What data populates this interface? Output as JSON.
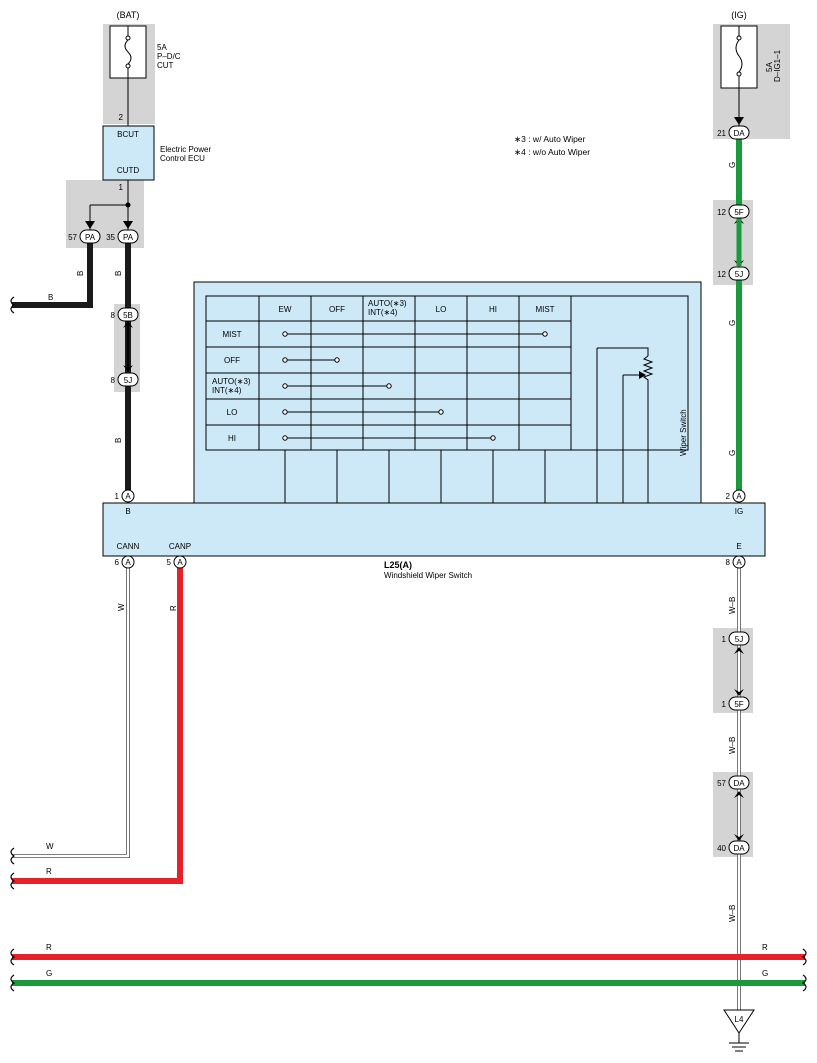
{
  "power": {
    "bat_label": "(BAT)",
    "bat_fuse": [
      "5A",
      "P–D/C",
      "CUT"
    ],
    "bat_fuse_pin": "2",
    "ig_label": "(IG)",
    "ig_fuse": [
      "5A",
      "D–IG1–1"
    ]
  },
  "ecu": {
    "top_pin": "BCUT",
    "bottom_pin": "CUTD",
    "name": [
      "Electric Power",
      "Control ECU"
    ],
    "out_pin": "1"
  },
  "notes": [
    "∗3 : w/ Auto Wiper",
    "∗4 : w/o Auto Wiper"
  ],
  "connectors": {
    "pa57": {
      "num": "57",
      "code": "PA"
    },
    "pa35": {
      "num": "35",
      "code": "PA"
    },
    "b5B": {
      "num": "8",
      "code": "5B"
    },
    "b5J": {
      "num": "8",
      "code": "5J"
    },
    "da21": {
      "num": "21",
      "code": "DA"
    },
    "g5F": {
      "num": "12",
      "code": "5F"
    },
    "g5J": {
      "num": "12",
      "code": "5J"
    },
    "pin1": {
      "num": "1",
      "code": "A"
    },
    "pin2": {
      "num": "2",
      "code": "A"
    },
    "pin6": {
      "num": "6",
      "code": "A"
    },
    "pin5": {
      "num": "5",
      "code": "A"
    },
    "pin8": {
      "num": "8",
      "code": "A"
    },
    "wb5J": {
      "num": "1",
      "code": "5J"
    },
    "wb5F": {
      "num": "1",
      "code": "5F"
    },
    "wbDA57": {
      "num": "57",
      "code": "DA"
    },
    "wbDA40": {
      "num": "40",
      "code": "DA"
    }
  },
  "wire_colors": {
    "B": "B",
    "G": "G",
    "W": "W",
    "R": "R",
    "WB": "W–B"
  },
  "colors": {
    "black_wire": "#1a1a1a",
    "green_wire": "#1a9a3a",
    "red_wire": "#e8202a",
    "white_wire": "#ffffff",
    "component_fill": "#cde9f7",
    "shade": "#d4d4d4"
  },
  "switch": {
    "name": "Wiper Switch",
    "columns": [
      "EW",
      "OFF",
      "AUTO(∗3)",
      "INT(∗4)",
      "LO",
      "HI",
      "MIST"
    ],
    "rows": [
      "MIST",
      "OFF",
      "AUTO(∗3)",
      "INT(∗4)",
      "LO",
      "HI"
    ]
  },
  "wiper_switch": {
    "pin_B": "B",
    "pin_IG": "IG",
    "pin_CANN": "CANN",
    "pin_CANP": "CANP",
    "pin_E": "E",
    "code": "L25(A)",
    "name": "Windshield Wiper Switch"
  },
  "ground": "L4"
}
